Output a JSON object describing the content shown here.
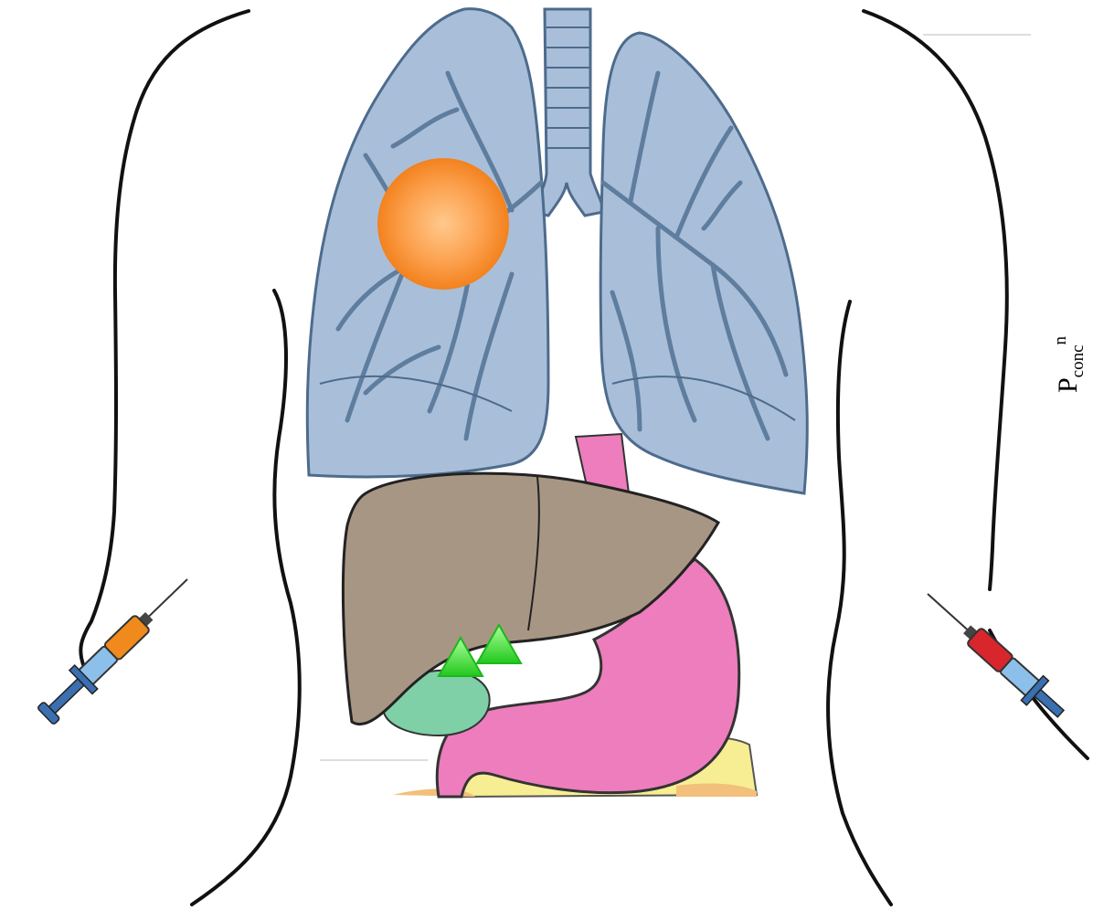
{
  "label": {
    "main": "P",
    "subscript": "conc",
    "superscript": "n"
  },
  "colors": {
    "lung_fill": "#a9bfd9",
    "lung_vessels": "#5f7d9e",
    "tumor": "#f28a1e",
    "tumor_core": "#ffc98c",
    "liver": "#a89684",
    "stomach": "#ed7dbd",
    "gallbladder": "#7fcfa7",
    "pancreas": "#f7ee93",
    "marker": "#35e82f",
    "syringe_left_plunger": "#f08a1c",
    "syringe_right_plunger": "#d8262c",
    "syringe_barrel": "#8cc0ea"
  },
  "icons": [
    "syringe-icon",
    "tumor-icon",
    "marker-icon"
  ]
}
